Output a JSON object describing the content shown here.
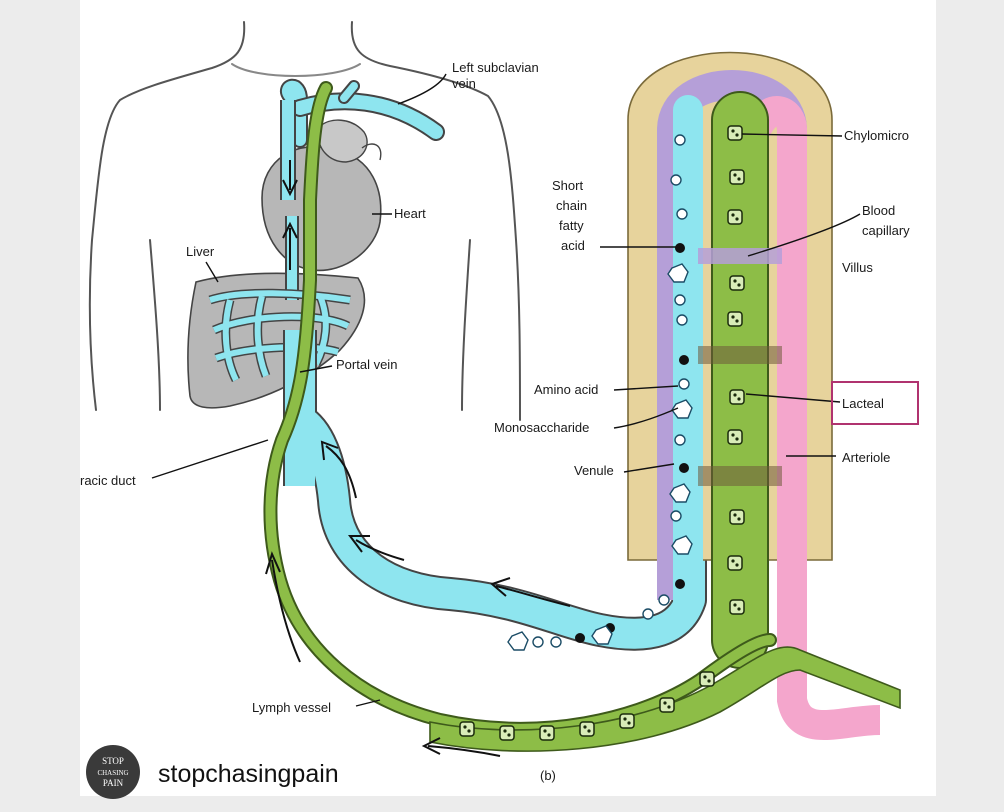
{
  "labels": {
    "left_subclavian": [
      "Left subclavian",
      "vein"
    ],
    "heart": "Heart",
    "liver": "Liver",
    "portal_vein": "Portal vein",
    "thoracic_duct": "racic duct",
    "lymph_vessel": "Lymph vessel",
    "short_chain": [
      "Short",
      "chain",
      "fatty",
      "acid"
    ],
    "amino_acid": "Amino acid",
    "monosaccharide": "Monosaccharide",
    "venule": "Venule",
    "chylomicron": "Chylomicro",
    "blood_capillary": [
      "Blood",
      "capillary"
    ],
    "villus": "Villus",
    "lacteal": "Lacteal",
    "arteriole": "Arteriole",
    "panel_tag": "(b)"
  },
  "brand": {
    "logo_text": [
      "STOP",
      "CHASING",
      "PAIN"
    ],
    "handle": "stopchasingpain"
  },
  "colors": {
    "blood_vessel": "#8ee5ef",
    "lymph": "#8dbd47",
    "villus_wall": "#e7d39c",
    "arteriole": "#f4a6cc",
    "capillary_band": "#b59fd8",
    "highlight_box": "#b0336f",
    "organ": "#b7b7b7"
  }
}
